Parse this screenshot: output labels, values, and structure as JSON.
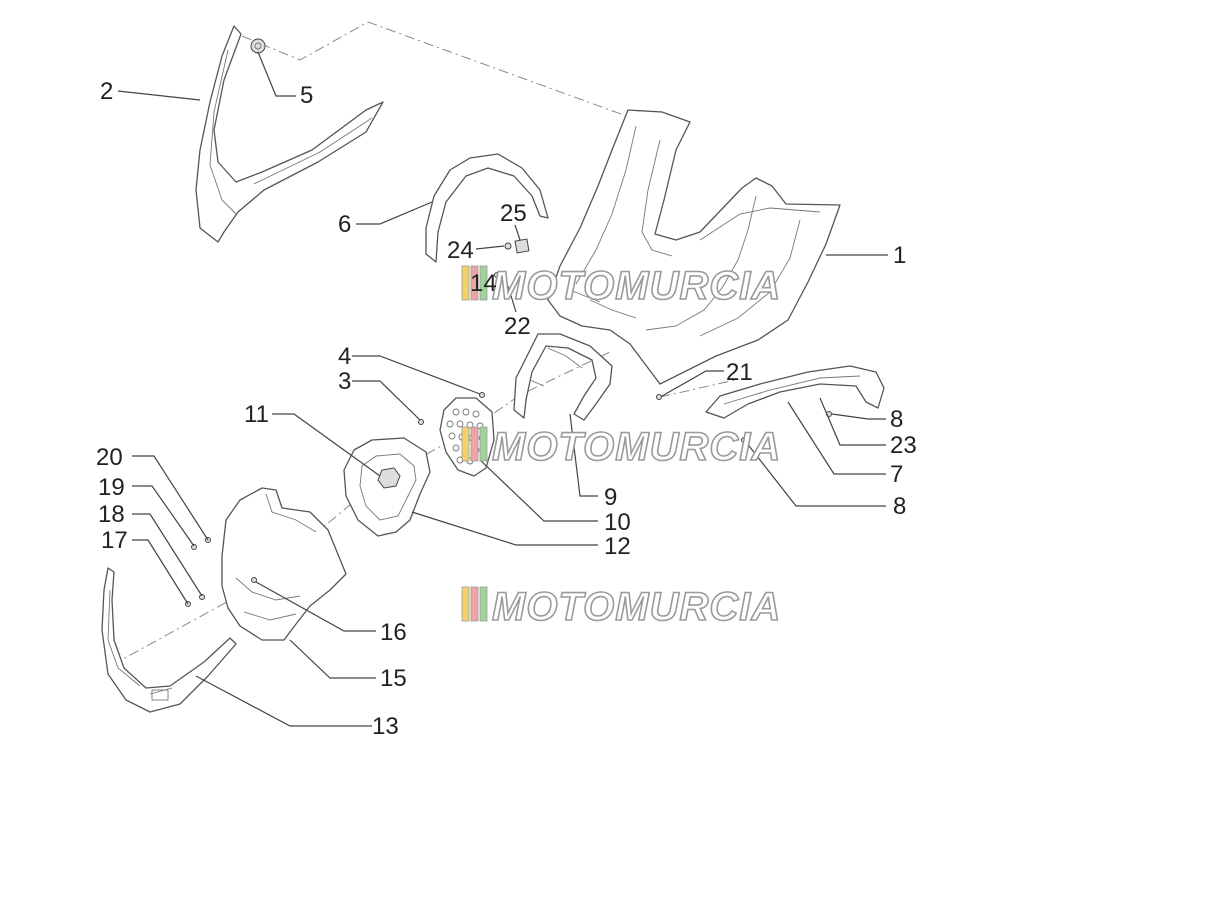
{
  "diagram": {
    "colors": {
      "background": "#ffffff",
      "line": "#555555",
      "text": "#222222"
    },
    "callouts": {
      "n1": "1",
      "n2": "2",
      "n3": "3",
      "n4": "4",
      "n5": "5",
      "n6": "6",
      "n7": "7",
      "n8a": "8",
      "n8b": "8",
      "n9": "9",
      "n10": "10",
      "n11": "11",
      "n12": "12",
      "n13": "13",
      "n14": "14",
      "n15": "15",
      "n16": "16",
      "n17": "17",
      "n18": "18",
      "n19": "19",
      "n20": "20",
      "n21": "21",
      "n22": "22",
      "n23": "23",
      "n24": "24",
      "n25": "25"
    }
  },
  "watermark": {
    "text": "MOTOMURCIA",
    "stripe_colors": [
      "#f2d36b",
      "#f0a3a3",
      "#9fd39a"
    ]
  }
}
